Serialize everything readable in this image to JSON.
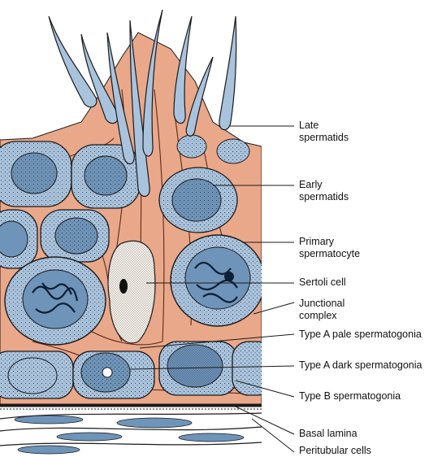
{
  "labels": {
    "late_spermatids": [
      "Late",
      "spermatids"
    ],
    "early_spermatids": [
      "Early",
      "spermatids"
    ],
    "primary_spermatocyte": [
      "Primary",
      "spermatocyte"
    ],
    "sertoli_cell": "Sertoli cell",
    "junctional_complex": [
      "Junctional",
      "complex"
    ],
    "type_a_pale": "Type A pale spermatogonia",
    "type_a_dark": "Type A dark spermatogonia",
    "type_b": "Type B spermatogonia",
    "basal_lamina": "Basal lamina",
    "peritubular_cells": "Peritubular cells"
  },
  "colors": {
    "cell_fill": "#a9c3dd",
    "nucleus_fill": "#6f94b9",
    "sertoli_fill": "#eaa88a",
    "outline": "#1a1a1a"
  }
}
